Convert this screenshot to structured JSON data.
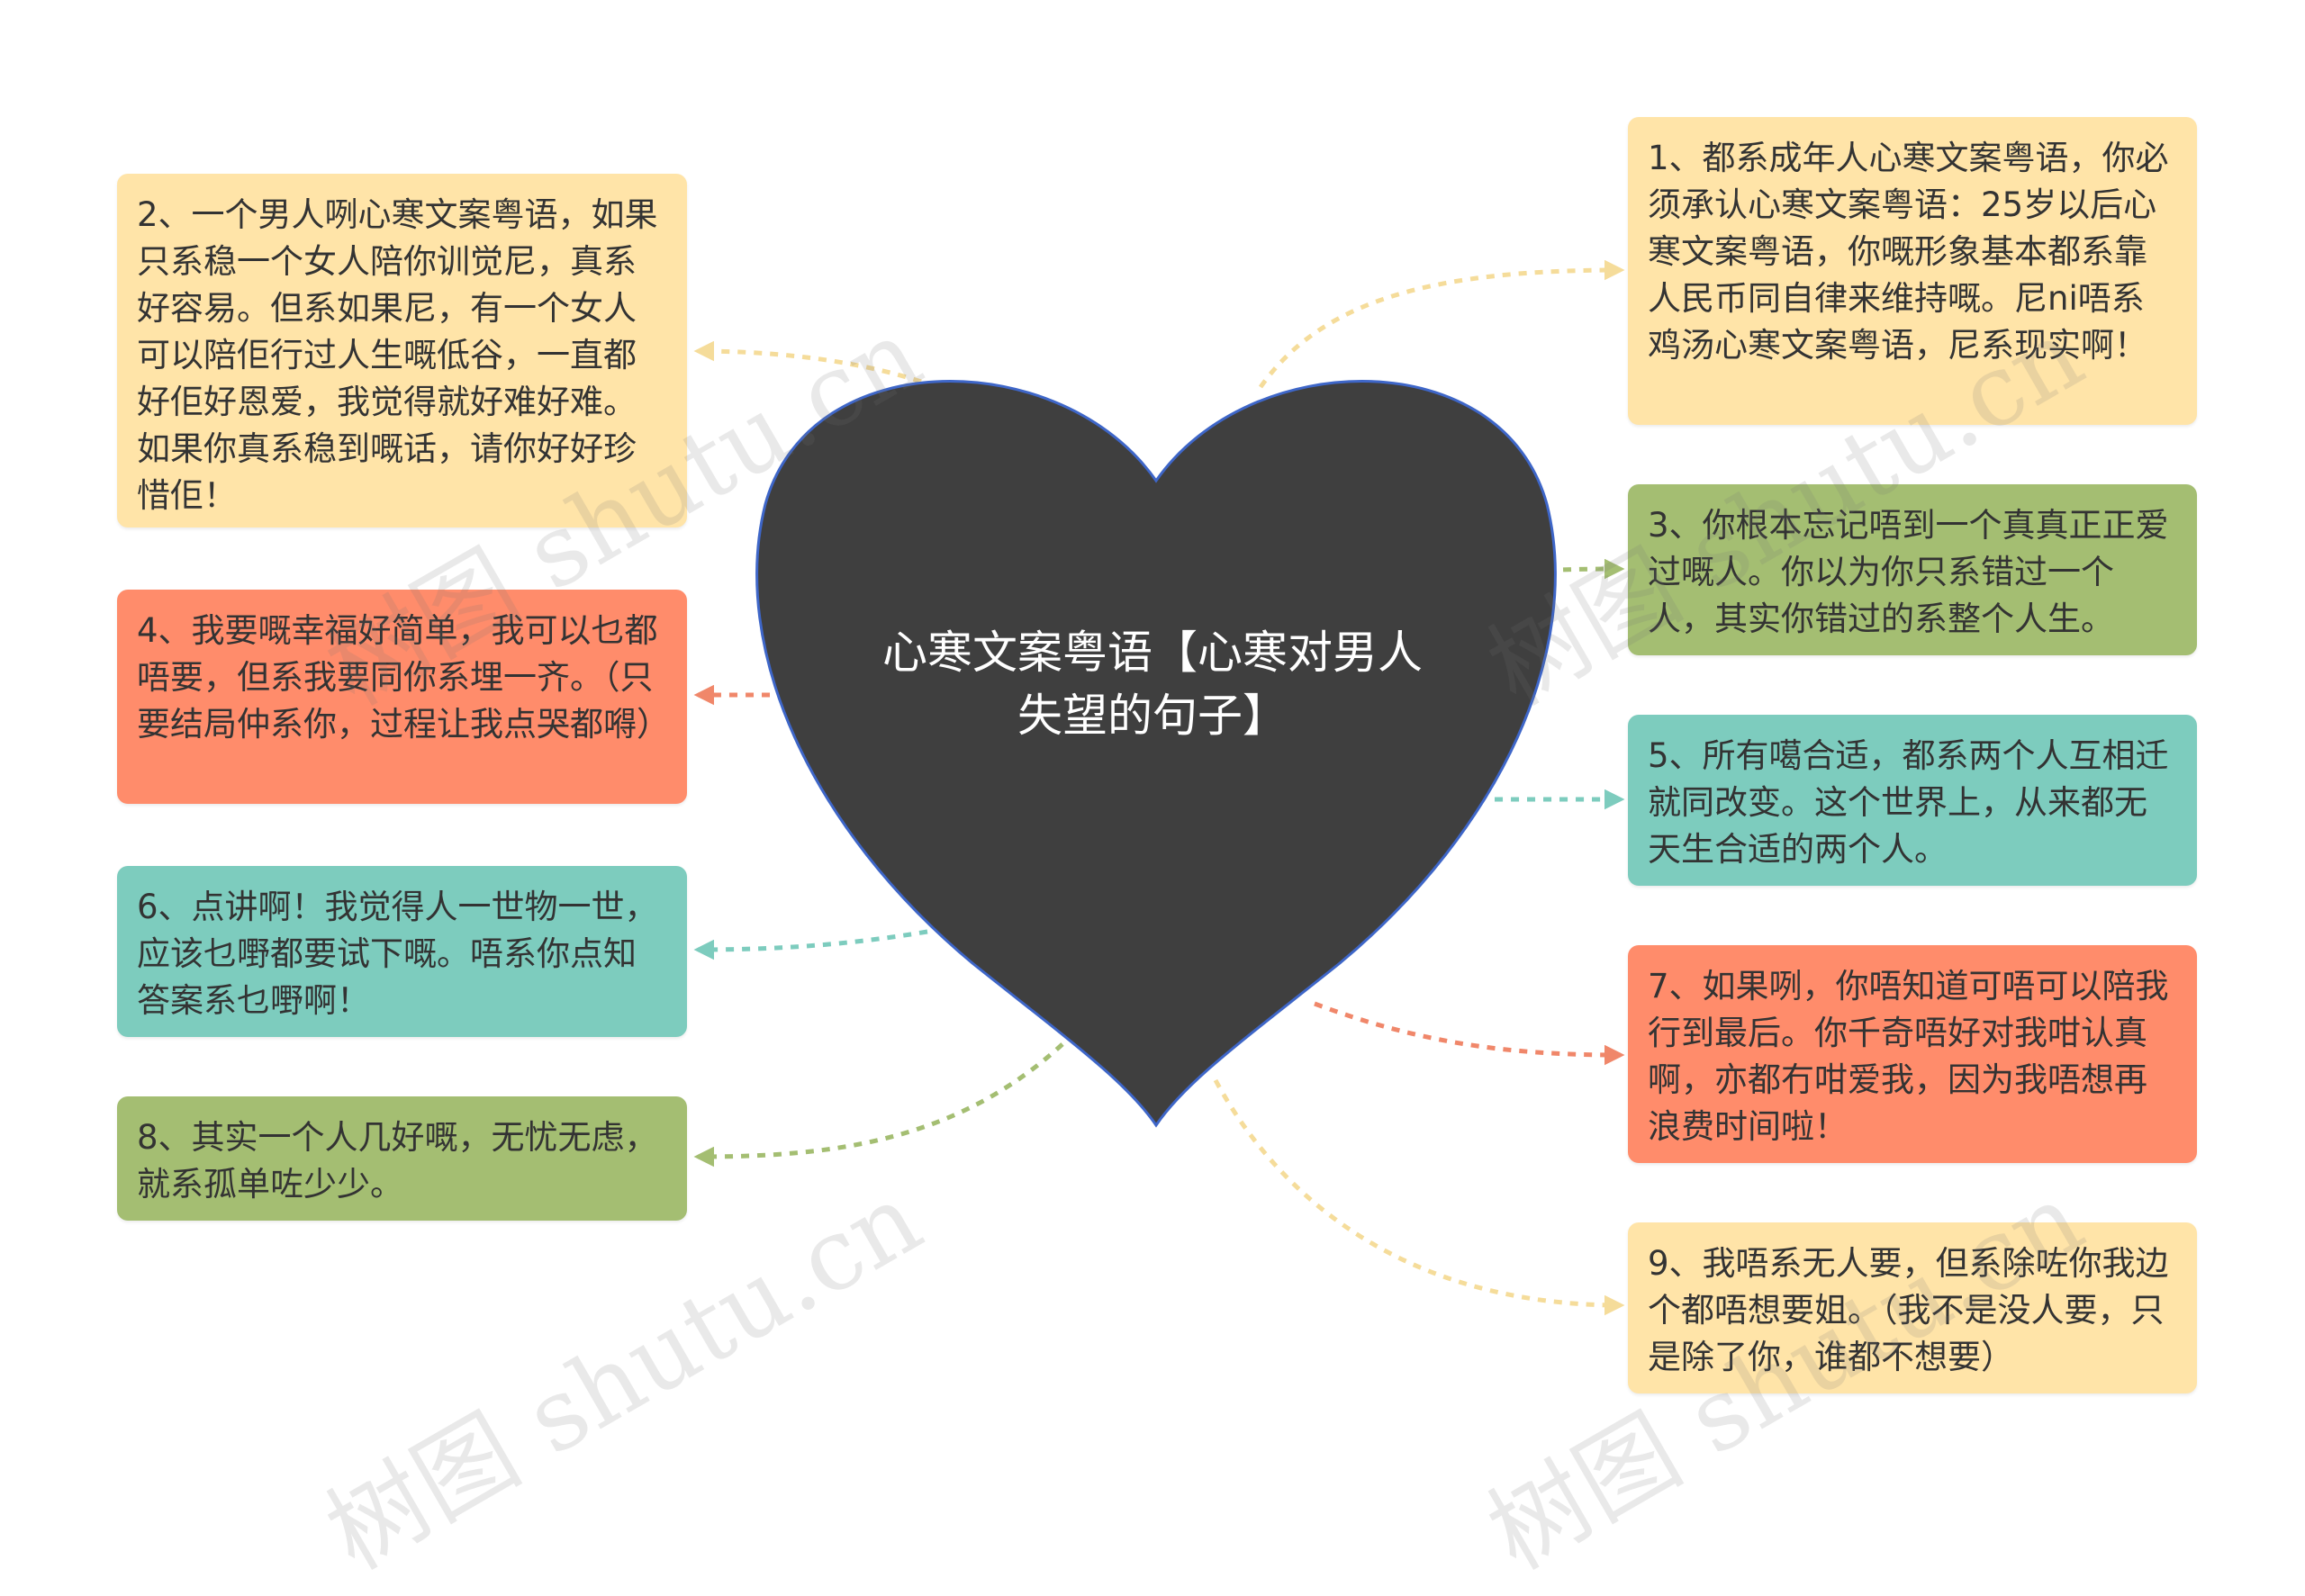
{
  "center": {
    "title": "心寒文案粤语【心寒对男人失望的句子】"
  },
  "nodes": [
    {
      "id": "n1",
      "text": "1、都系成年人心寒文案粤语，你必须承认心寒文案粤语：25岁以后心寒文案粤语，你嘅形象基本都系靠人民币同自律来维持嘅。尼ni唔系鸡汤心寒文案粤语，尼系现实啊！",
      "color": "#FFE4A8"
    },
    {
      "id": "n2",
      "text": "2、一个男人咧心寒文案粤语，如果只系稳一个女人陪你训觉尼，真系好容易。但系如果尼，有一个女人可以陪佢行过人生嘅低谷，一直都好佢好恩爱，我觉得就好难好难。如果你真系稳到嘅话，请你好好珍惜佢！",
      "color": "#FFE4A8"
    },
    {
      "id": "n3",
      "text": "3、你根本忘记唔到一个真真正正爱过嘅人。你以为你只系错过一个人，其实你错过的系整个人生。",
      "color": "#A4BE72"
    },
    {
      "id": "n4",
      "text": "4、我要嘅幸福好简单，我可以乜都唔要，但系我要同你系埋一齐。（只要结局仲系你，过程让我点哭都嘚）",
      "color": "#FF8C6B"
    },
    {
      "id": "n5",
      "text": "5、所有噶合适，都系两个人互相迁就同改变。这个世界上，从来都无天生合适的两个人。",
      "color": "#7DCCBE"
    },
    {
      "id": "n6",
      "text": "6、点讲啊！我觉得人一世物一世，应该乜嘢都要试下嘅。唔系你点知答案系乜嘢啊！",
      "color": "#7DCCBE"
    },
    {
      "id": "n7",
      "text": "7、如果咧，你唔知道可唔可以陪我行到最后。你千奇唔好对我咁认真啊，亦都冇咁爱我，因为我唔想再浪费时间啦！",
      "color": "#FF8C6B"
    },
    {
      "id": "n8",
      "text": "8、其实一个人几好嘅，无忧无虑，就系孤单咗少少。",
      "color": "#A4BE72"
    },
    {
      "id": "n9",
      "text": "9、我唔系无人要，但系除咗你我边个都唔想要姐。（我不是没人要，只是除了你，谁都不想要）",
      "color": "#FFE4A8"
    }
  ],
  "watermark": "树图 shutu.cn",
  "colors": {
    "heart_fill": "#3F3F3F",
    "heart_stroke": "#3E66C8"
  }
}
